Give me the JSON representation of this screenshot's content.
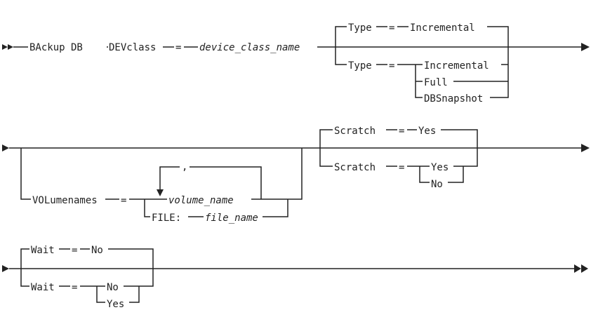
{
  "row1": {
    "command": "BAckup DB",
    "devclass_kw": "DEVclass",
    "eq": "=",
    "devclass_val": "device_class_name",
    "type_kw_default": "Type",
    "type_eq_default": "=",
    "type_default_val": "Incremental",
    "type_kw": "Type",
    "type_eq": "=",
    "type_opt_incremental": "Incremental",
    "type_opt_full": "Full",
    "type_opt_dbsnapshot": "DBSnapshot"
  },
  "row2": {
    "volumenames_kw": "VOLumenames",
    "eq": "=",
    "repeat_sep": ",",
    "volume_name": "volume_name",
    "file_kw": "FILE:",
    "file_name": "file_name",
    "scratch_kw_default": "Scratch",
    "scratch_eq_default": "=",
    "scratch_default_val": "Yes",
    "scratch_kw": "Scratch",
    "scratch_eq": "=",
    "scratch_opt_yes": "Yes",
    "scratch_opt_no": "No"
  },
  "row3": {
    "wait_kw_default": "Wait",
    "wait_eq_default": "=",
    "wait_default_val": "No",
    "wait_kw": "Wait",
    "wait_eq": "=",
    "wait_opt_no": "No",
    "wait_opt_yes": "Yes"
  },
  "colors": {
    "ink": "#222222",
    "background": "#ffffff"
  }
}
